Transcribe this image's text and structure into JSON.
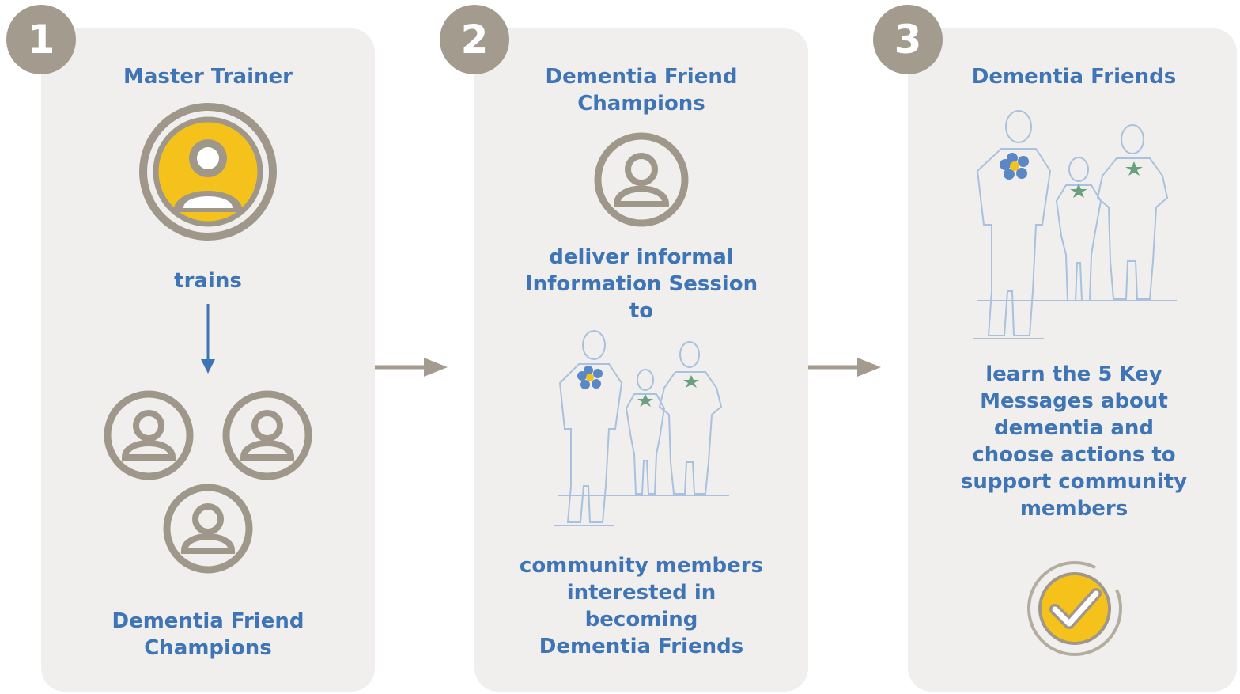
{
  "colors": {
    "panel": "#f0efee",
    "badge": "#a39b8d",
    "text": "#3f74b5",
    "accent_yellow": "#f5c21b",
    "ring": "#9e978a"
  },
  "steps": [
    {
      "number": "1",
      "title": "Master Trainer",
      "verb": "trains",
      "result": "Dementia Friend\nChampions"
    },
    {
      "number": "2",
      "title": "Dementia Friend\nChampions",
      "action": "deliver informal\nInformation Session\nto",
      "audience": "community members\ninterested in\nbecoming\nDementia Friends"
    },
    {
      "number": "3",
      "title": "Dementia Friends",
      "description": "learn the 5 Key\nMessages about\ndementia and\nchoose actions to\nsupport community\nmembers"
    }
  ],
  "icons": {
    "trainer": "person-circle-icon",
    "champion": "person-circle-icon",
    "group": "people-group-icon",
    "check": "checkmark-badge-icon",
    "flow_arrow": "right-arrow-icon",
    "down_arrow": "down-arrow-icon"
  }
}
